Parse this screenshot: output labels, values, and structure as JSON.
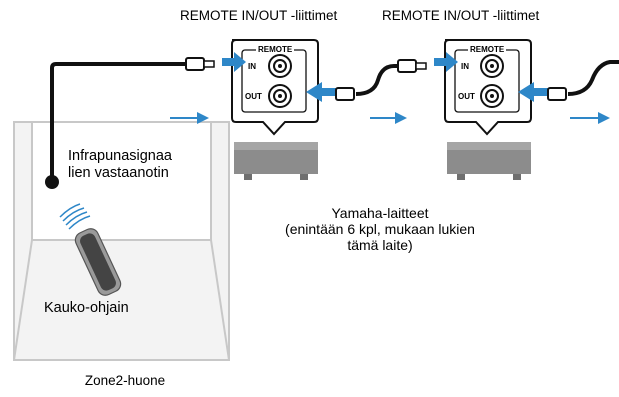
{
  "connector_labels": [
    "REMOTE IN/OUT -liittimet",
    "REMOTE IN/OUT -liittimet"
  ],
  "panels": [
    {
      "header": "REMOTE",
      "in": "IN",
      "out": "OUT"
    },
    {
      "header": "REMOTE",
      "in": "IN",
      "out": "OUT"
    }
  ],
  "ir_receiver": {
    "line1": "Infrapunasignaa",
    "line2": "lien vastaanotin"
  },
  "remote_control": "Kauko-ohjain",
  "yamaha": {
    "line1": "Yamaha-laitteet",
    "line2": "(enintään 6 kpl, mukaan lukien",
    "line3": "tämä laite)"
  },
  "room": "Zone2-huone",
  "colors": {
    "arrow": "#2e87c8",
    "cable": "#111111",
    "device": "#8c8c8c",
    "room_outline": "#c8c8c8"
  }
}
